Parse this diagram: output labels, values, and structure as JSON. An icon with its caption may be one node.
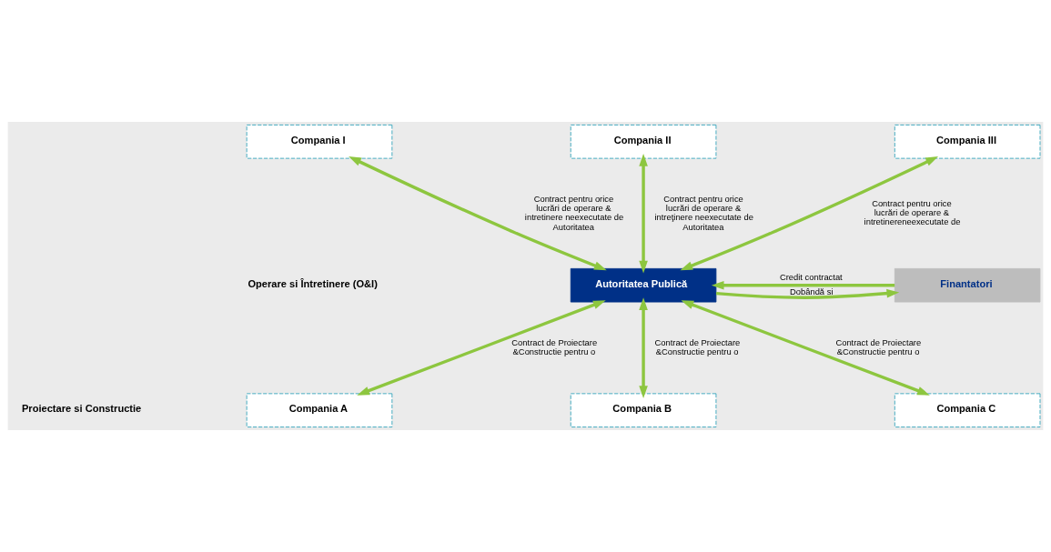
{
  "diagram": {
    "nodes": [
      {
        "text": [
          "Compania I"
        ]
      },
      {
        "text": [
          "Compania II"
        ]
      },
      {
        "text": [
          "Compania III"
        ]
      },
      {
        "text": [
          "Autoritatea Publică"
        ]
      },
      {
        "text": [
          "Finantatori"
        ]
      },
      {
        "text": [
          "Compania A"
        ]
      },
      {
        "text": [
          "Compania B"
        ]
      },
      {
        "text": [
          "Compania C"
        ]
      }
    ],
    "edges": [
      {
        "from": 3,
        "to": 0,
        "arrow": "both",
        "label": "Contract pentru orice lucrări de operare & intretinere neexecutate de Autoritatea"
      },
      {
        "from": 3,
        "to": 1,
        "arrow": "both",
        "label": "Contract pentru orice lucrări de operare & intreţinere neexecutate de Autoritatea"
      },
      {
        "from": 3,
        "to": 2,
        "arrow": "both",
        "label": "Contract pentru orice lucrări de operare & intretinereneexecutate de"
      },
      {
        "from": 3,
        "to": 4,
        "arrow": "to",
        "label": "Dobândă si"
      },
      {
        "from": 4,
        "to": 3,
        "arrow": "to",
        "label": "Credit contractat"
      },
      {
        "from": 3,
        "to": 5,
        "arrow": "both",
        "label": "Contract de Proiectare &Constructie pentru o"
      },
      {
        "from": 3,
        "to": 6,
        "arrow": "both",
        "label": "Contract de Proiectare &Constructie pentru o"
      },
      {
        "from": 3,
        "to": 7,
        "arrow": "both",
        "label": "Contract de Proiectare &Constructie pentru o"
      }
    ],
    "labels": [
      "Operare si Întretinere (O&I)",
      "Proiectare si Constructie"
    ]
  }
}
